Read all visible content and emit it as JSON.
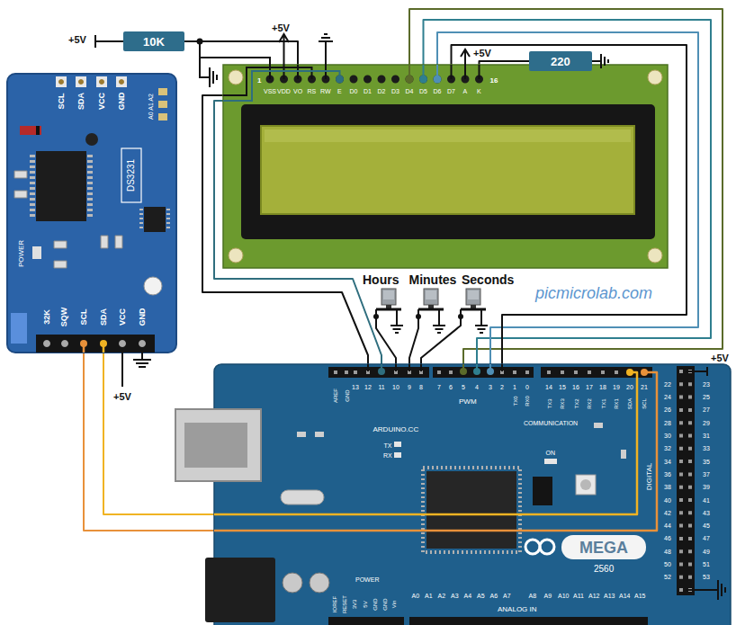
{
  "diagram": {
    "nodes": [
      {
        "text": [
          "10K"
        ]
      },
      {
        "text": [
          "220"
        ]
      },
      {
        "text": [
          "1",
          "VSS",
          "VDD",
          "VO",
          "RS",
          "RW",
          "E",
          "D0",
          "D1",
          "D2",
          "D3",
          "D4",
          "D5",
          "D6",
          "D7",
          "A",
          "K",
          "16"
        ]
      },
      {
        "text": [
          "SCL",
          "SDA",
          "VCC",
          "GND",
          "A0 A1 A2",
          "DS3231",
          "POWER",
          "32K",
          "SQW",
          "SCL",
          "SDA",
          "VCC",
          "GND"
        ]
      },
      {
        "text": [
          "Hours"
        ]
      },
      {
        "text": [
          "Minutes"
        ]
      },
      {
        "text": [
          "Seconds"
        ]
      },
      {
        "text": [
          "AREF",
          "GND",
          "13",
          "12",
          "11",
          "10",
          "9",
          "8",
          "PWM",
          "7",
          "6",
          "5",
          "4",
          "3",
          "2",
          "1",
          "0",
          "TX0",
          "RX0",
          "14",
          "15",
          "16",
          "17",
          "18",
          "19",
          "20",
          "21",
          "TX3",
          "RX3",
          "TX2",
          "RX2",
          "TX1",
          "RX1",
          "SDA",
          "SCL",
          "COMMUNICATION",
          "ARDUINO.CC",
          "TX",
          "RX",
          "ON",
          "MEGA",
          "2560",
          "DIGITAL",
          "22",
          "24",
          "26",
          "28",
          "30",
          "32",
          "34",
          "36",
          "38",
          "40",
          "42",
          "44",
          "46",
          "48",
          "50",
          "52",
          "23",
          "25",
          "27",
          "29",
          "31",
          "33",
          "35",
          "37",
          "39",
          "41",
          "43",
          "45",
          "47",
          "49",
          "51",
          "53",
          "POWER",
          "IOREF",
          "RESET",
          "3V3",
          "5V",
          "GND",
          "GND",
          "Vin",
          "A0",
          "A1",
          "A2",
          "A3",
          "A4",
          "A5",
          "A6",
          "A7",
          "A8",
          "A9",
          "A10",
          "A11",
          "A12",
          "A13",
          "A14",
          "A15",
          "ANALOG IN"
        ]
      }
    ],
    "edges": [
      {
        "from": 0,
        "to": 2,
        "arrow": "none"
      },
      {
        "from": 2,
        "to": 1,
        "arrow": "none"
      },
      {
        "from": 2,
        "to": 7,
        "arrow": "none"
      },
      {
        "from": 2,
        "to": 7,
        "arrow": "none"
      },
      {
        "from": 2,
        "to": 7,
        "arrow": "none"
      },
      {
        "from": 2,
        "to": 7,
        "arrow": "none"
      },
      {
        "from": 2,
        "to": 7,
        "arrow": "none"
      },
      {
        "from": 2,
        "to": 7,
        "arrow": "none"
      },
      {
        "from": 4,
        "to": 7,
        "arrow": "none"
      },
      {
        "from": 5,
        "to": 7,
        "arrow": "none"
      },
      {
        "from": 6,
        "to": 7,
        "arrow": "none"
      },
      {
        "from": 3,
        "to": 7,
        "arrow": "none"
      },
      {
        "from": 3,
        "to": 7,
        "arrow": "none"
      }
    ],
    "labels": [
      "+5V",
      "+5V",
      "+5V",
      "+5V",
      "+5V",
      "picmicrolab.com"
    ]
  }
}
